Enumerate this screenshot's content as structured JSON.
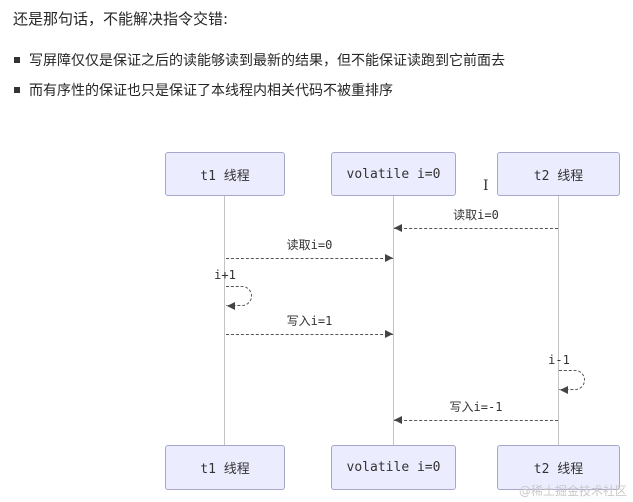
{
  "page": {
    "title": "还是那句话，不能解决指令交错:",
    "bullets": [
      "写屏障仅仅是保证之后的读能够读到最新的结果，但不能保证读跑到它前面去",
      "而有序性的保证也只是保证了本线程内相关代码不被重排序"
    ],
    "watermark": "@稀土掘金技术社区"
  },
  "diagram": {
    "actors": [
      {
        "id": "t1",
        "label": "t1 线程"
      },
      {
        "id": "volatile",
        "label": "volatile i=0"
      },
      {
        "id": "t2",
        "label": "t2 线程"
      }
    ],
    "messages": [
      {
        "label": "读取i=0",
        "from": "t2",
        "to": "volatile",
        "kind": "dashed-arrow"
      },
      {
        "label": "读取i=0",
        "from": "t1",
        "to": "volatile",
        "kind": "dashed-arrow"
      },
      {
        "label": "i+1",
        "from": "t1",
        "to": "t1",
        "kind": "self-loop"
      },
      {
        "label": "写入i=1",
        "from": "t1",
        "to": "volatile",
        "kind": "dashed-arrow"
      },
      {
        "label": "i-1",
        "from": "t2",
        "to": "t2",
        "kind": "self-loop"
      },
      {
        "label": "写入i=-1",
        "from": "t2",
        "to": "volatile",
        "kind": "dashed-arrow"
      }
    ],
    "colors": {
      "actor_fill": "#ECECFF",
      "actor_border": "#A7A7CB",
      "line": "#555555"
    }
  },
  "icons": {
    "text_cursor": "I"
  }
}
